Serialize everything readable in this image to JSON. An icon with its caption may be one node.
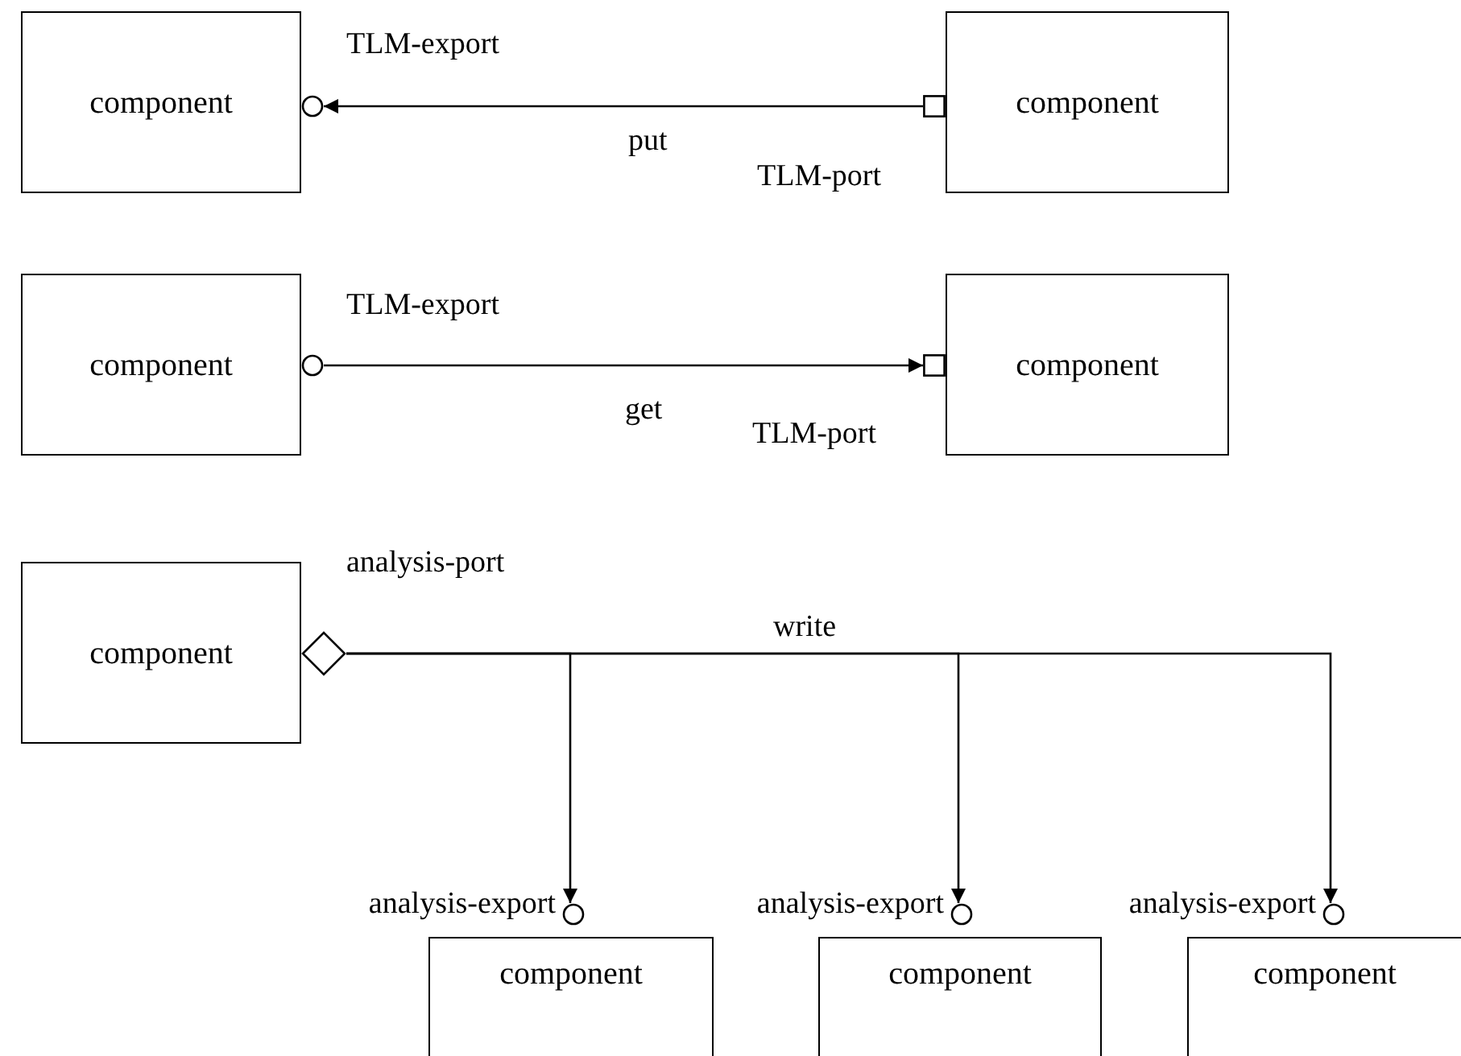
{
  "diagram": {
    "nodes": [
      {
        "text": [
          "component"
        ]
      },
      {
        "text": [],
        "shape": "circle",
        "beside": [
          "TLM-export"
        ]
      },
      {
        "text": [],
        "shape": "box",
        "beside": [
          "TLM-port"
        ]
      },
      {
        "text": [
          "component"
        ]
      },
      {
        "text": [
          "component"
        ]
      },
      {
        "text": [],
        "shape": "circle",
        "beside": [
          "TLM-export"
        ]
      },
      {
        "text": [],
        "shape": "box",
        "beside": [
          "TLM-port"
        ]
      },
      {
        "text": [
          "component"
        ]
      },
      {
        "text": [
          "component"
        ]
      },
      {
        "text": [],
        "shape": "diamond",
        "beside": [
          "analysis-port"
        ]
      },
      {
        "text": [],
        "shape": "circle",
        "beside": [
          "analysis-export"
        ]
      },
      {
        "text": [],
        "shape": "circle",
        "beside": [
          "analysis-export"
        ]
      },
      {
        "text": [],
        "shape": "circle",
        "beside": [
          "analysis-export"
        ]
      },
      {
        "text": [
          "component"
        ]
      },
      {
        "text": [
          "component"
        ]
      },
      {
        "text": [
          "component"
        ]
      }
    ],
    "edges": [
      {
        "from": 2,
        "to": 1,
        "arrow": "to",
        "label": "put"
      },
      {
        "from": 5,
        "to": 6,
        "arrow": "to",
        "label": "get"
      },
      {
        "from": 9,
        "to": 10,
        "arrow": "to"
      },
      {
        "from": 9,
        "to": 11,
        "arrow": "to",
        "label": "write"
      },
      {
        "from": 9,
        "to": 12,
        "arrow": "to"
      }
    ]
  }
}
